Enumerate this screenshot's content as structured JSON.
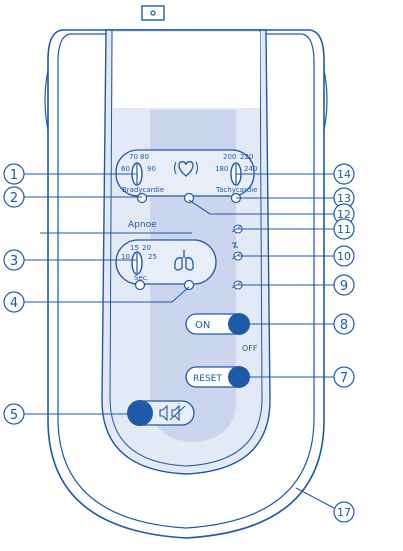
{
  "colors": {
    "accent": "#1f5aa8",
    "panel": "#dfe6f4",
    "stripe": "#c7d3ec",
    "outline": "#1f5aa8"
  },
  "callouts": [
    {
      "label": "1"
    },
    {
      "label": "2"
    },
    {
      "label": "3"
    },
    {
      "label": "4"
    },
    {
      "label": "5"
    },
    {
      "label": "14"
    },
    {
      "label": "13"
    },
    {
      "label": "12"
    },
    {
      "label": "11"
    },
    {
      "label": "10"
    },
    {
      "label": "9"
    },
    {
      "label": "8"
    },
    {
      "label": "7"
    },
    {
      "label": "17"
    }
  ],
  "brady": {
    "label": "Bradycardie",
    "t1": "70",
    "t2": "80",
    "t3": "60",
    "t4": "90"
  },
  "tachy": {
    "label": "Tachycardie",
    "t1": "200",
    "t2": "220",
    "t3": "180",
    "t4": "240"
  },
  "apnoe": {
    "label": "Apnoe",
    "t1": "15",
    "t2": "20",
    "t3": "10",
    "t4": "25",
    "unit": "Sec."
  },
  "buttons": {
    "on": "ON",
    "off": "OFF",
    "reset": "RESET"
  },
  "icons": {
    "heart": "heart-icon",
    "lungs": "lungs-icon",
    "speaker": "speaker-icon",
    "mute": "speaker-muted-icon"
  }
}
